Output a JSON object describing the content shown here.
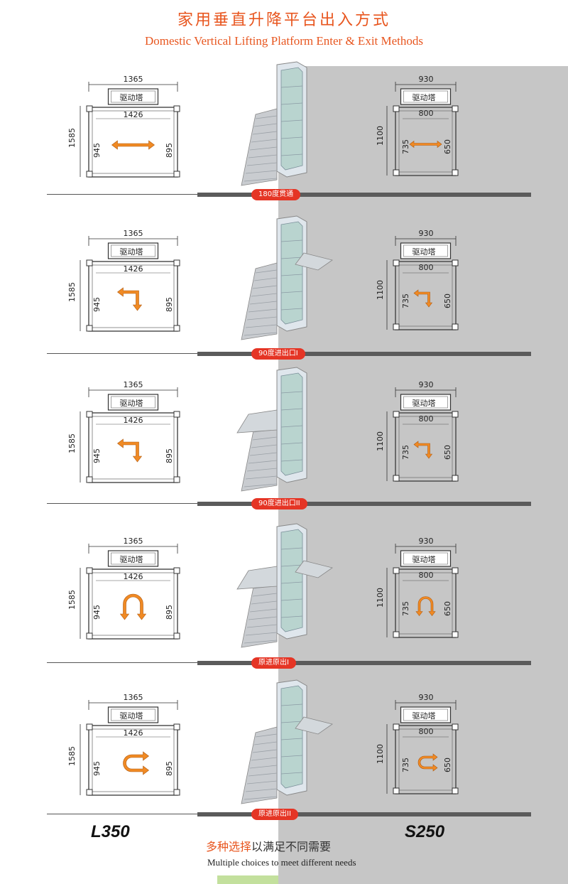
{
  "title_cn": "家用垂直升降平台出入方式",
  "title_en": "Domestic Vertical Lifting Platform Enter & Exit Methods",
  "plan_labels": {
    "l_width": "1365",
    "l_depth": "1585",
    "l_inner": "1426",
    "l_945": "945",
    "l_895": "895",
    "s_width": "930",
    "s_depth": "1100",
    "s_inner": "800",
    "s_735": "735",
    "s_650": "650",
    "drive_tower": "驱动塔"
  },
  "modes": [
    {
      "label": "180度贯通",
      "arrow": "double-horizontal"
    },
    {
      "label": "90度进出口I",
      "arrow": "corner-down"
    },
    {
      "label": "90度进出口II",
      "arrow": "corner-down"
    },
    {
      "label": "原进原出I",
      "arrow": "u-turn-down"
    },
    {
      "label": "原进原出II",
      "arrow": "u-turn-right"
    }
  ],
  "models": {
    "left": "L350",
    "right": "S250"
  },
  "slogan": {
    "cn_highlight": "多种选择",
    "cn_rest": "以满足不同需要",
    "en": "Multiple choices to meet different needs"
  },
  "colors": {
    "accent": "#e8561f",
    "arrow": "#f08a24",
    "pill": "#e53525",
    "right_panel": "#c6c6c6"
  }
}
